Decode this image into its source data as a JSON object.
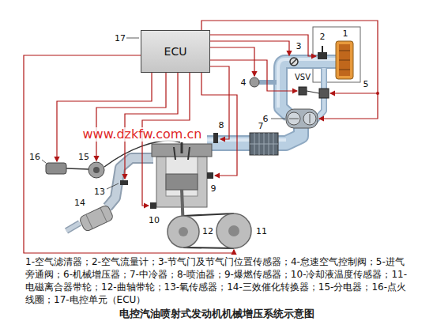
{
  "diagram": {
    "title": "电控汽油喷射式发动机机械增压系统示意图",
    "caption": "1-空气滤清器；2-空气流量计；3-节气门及节气门位置传感器；4-怠速空气控制阀；5-进气旁通阀；6-机械增压器；7-中冷器；8-喷油器；9-爆燃传感器；10-冷却液温度传感器；11-电磁离合器带轮；12-曲轴带轮；13-氧传感器；14-三效催化转换器；15-分电器；16-点火线圈；17-电控单元（ECU）",
    "nodes": [
      {
        "text": [
          "ECU"
        ]
      }
    ],
    "labels": [
      "1",
      "2",
      "3",
      "4",
      "5",
      "6",
      "7",
      "8",
      "9",
      "10",
      "11",
      "12",
      "13",
      "14",
      "15",
      "16",
      "17",
      "VSV",
      "www.dzkfw.com.cn"
    ]
  }
}
